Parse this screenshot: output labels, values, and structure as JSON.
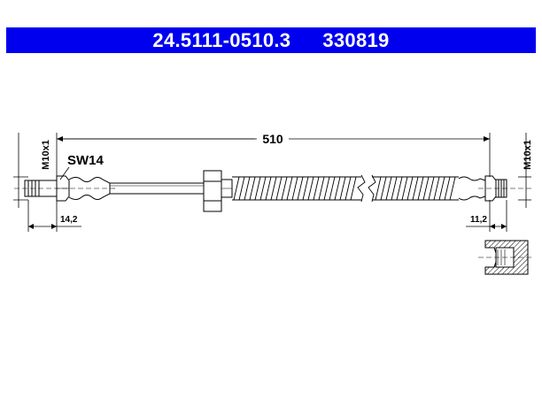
{
  "header": {
    "part_number": "24.5111-0510.3",
    "ref_number": "330819",
    "background": "#0000ee"
  },
  "drawing": {
    "overall_length": "510",
    "left_thread": "M10x1",
    "right_thread": "M10x1",
    "wrench_size": "SW14",
    "left_fitting_length": "14,2",
    "right_fitting_length": "11,2"
  }
}
